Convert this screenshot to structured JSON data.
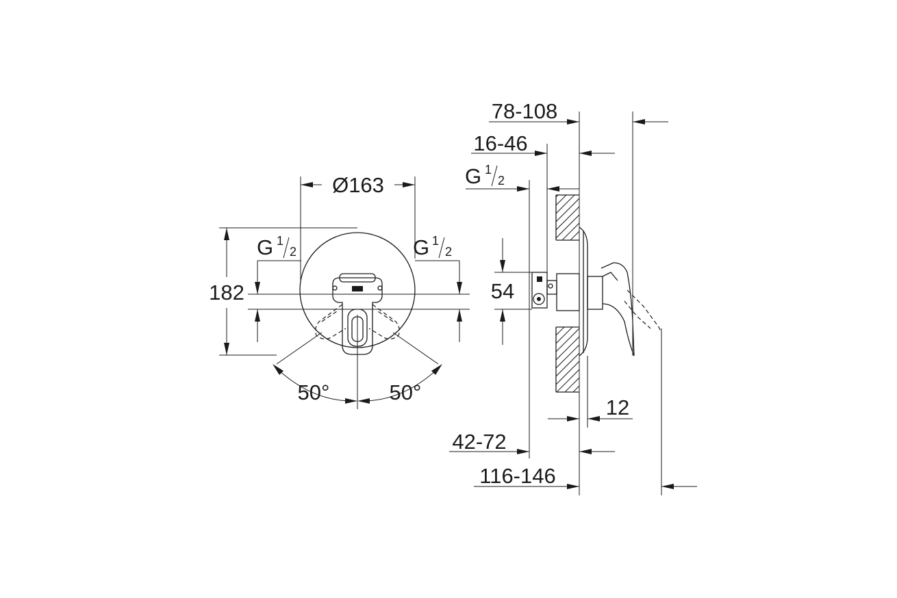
{
  "front_view": {
    "diameter_label": "Ø163",
    "height_label": "182",
    "left_thread": {
      "main": "G",
      "num": "1",
      "den": "2"
    },
    "right_thread": {
      "main": "G",
      "num": "1",
      "den": "2"
    },
    "angle_left": "50°",
    "angle_right": "50°"
  },
  "side_view": {
    "dim_78_108": "78-108",
    "dim_16_46": "16-46",
    "thread": {
      "main": "G",
      "num": "1",
      "den": "2"
    },
    "dim_54": "54",
    "dim_12": "12",
    "dim_42_72": "42-72",
    "dim_116_146": "116-146"
  }
}
